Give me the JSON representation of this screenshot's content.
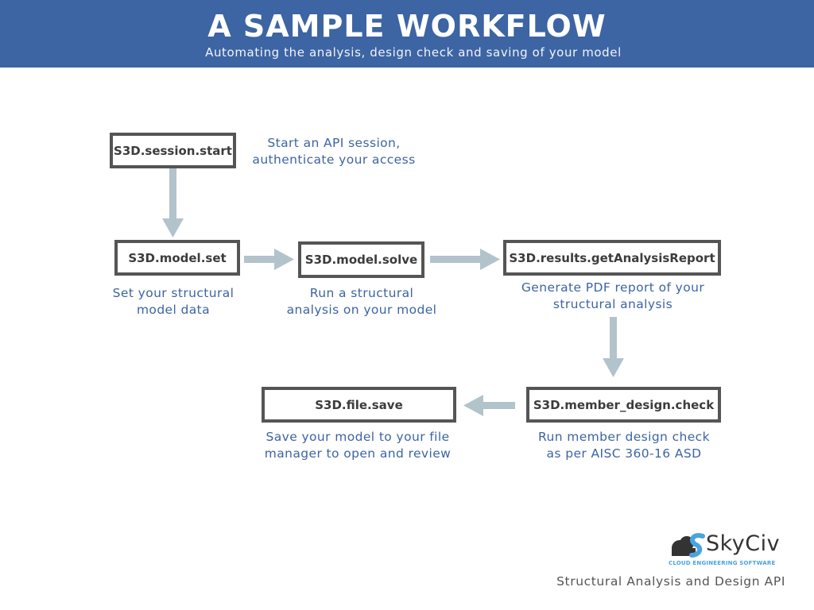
{
  "header": {
    "title": "A SAMPLE WORKFLOW",
    "subtitle": "Automating the analysis, design check and saving of your model"
  },
  "steps": [
    {
      "label": "S3D.session.start",
      "description_lines": [
        "Start an API session,",
        "authenticate your access"
      ]
    },
    {
      "label": "S3D.model.set",
      "description_lines": [
        "Set your structural",
        "model data"
      ]
    },
    {
      "label": "S3D.model.solve",
      "description_lines": [
        "Run a structural",
        "analysis on your model"
      ]
    },
    {
      "label": "S3D.results.getAnalysisReport",
      "description_lines": [
        "Generate PDF report of your",
        "structural analysis"
      ]
    },
    {
      "label": "S3D.member_design.check",
      "description_lines": [
        "Run member design check",
        "as per AISC 360-16 ASD"
      ]
    },
    {
      "label": "S3D.file.save",
      "description_lines": [
        "Save your model to your file",
        "manager to open and review"
      ]
    }
  ],
  "logo": {
    "wordmark": "SkyCiv",
    "tagline": "CLOUD ENGINEERING SOFTWARE",
    "icon": "cloud-s-logo-icon"
  },
  "footer": {
    "caption": "Structural Analysis and Design API"
  },
  "colors": {
    "banner": "#3d64a3",
    "box_border": "#555555",
    "description_text": "#3d64a3",
    "arrow": "#b3c3cc",
    "logo_accent": "#4aa3df"
  }
}
